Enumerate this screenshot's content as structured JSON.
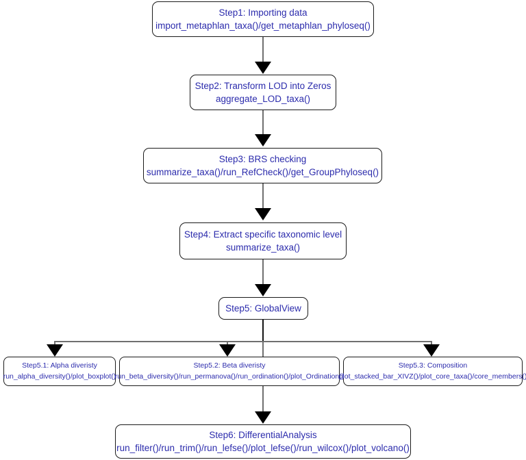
{
  "diagram": {
    "title": "Microbiome analysis workflow flowchart",
    "accent_text_color": "#2b2bac",
    "border_color": "#1a1a1a",
    "connector_color": "#6f6f6f",
    "arrow_color": "#000000",
    "background": "#ffffff"
  },
  "nodes": {
    "step1": {
      "title": "Step1: Importing data",
      "funcs": "import_metaphlan_taxa()/get_metaphlan_phyloseq()"
    },
    "step2": {
      "title": "Step2: Transform LOD into Zeros",
      "funcs": "aggregate_LOD_taxa()"
    },
    "step3": {
      "title": "Step3: BRS checking",
      "funcs": "summarize_taxa()/run_RefCheck()/get_GroupPhyloseq()"
    },
    "step4": {
      "title": "Step4: Extract specific taxonomic level",
      "funcs": "summarize_taxa()"
    },
    "step5": {
      "title": "Step5: GlobalView",
      "funcs": ""
    },
    "step5_1": {
      "title": "Step5.1: Alpha diveristy",
      "funcs": "run_alpha_diversity()/plot_boxplot()"
    },
    "step5_2": {
      "title": "Step5.2: Beta diveristy",
      "funcs": "run_beta_diversity()/run_permanova()/run_ordination()/plot_Ordination()"
    },
    "step5_3": {
      "title": "Step5.3: Composition",
      "funcs": "plot_stacked_bar_XIVZ()/plot_core_taxa()/core_members()"
    },
    "step6": {
      "title": "Step6: DifferentialAnalysis",
      "funcs": "run_filter()/run_trim()/run_lefse()/plot_lefse()/run_wilcox()/plot_volcano()"
    }
  }
}
